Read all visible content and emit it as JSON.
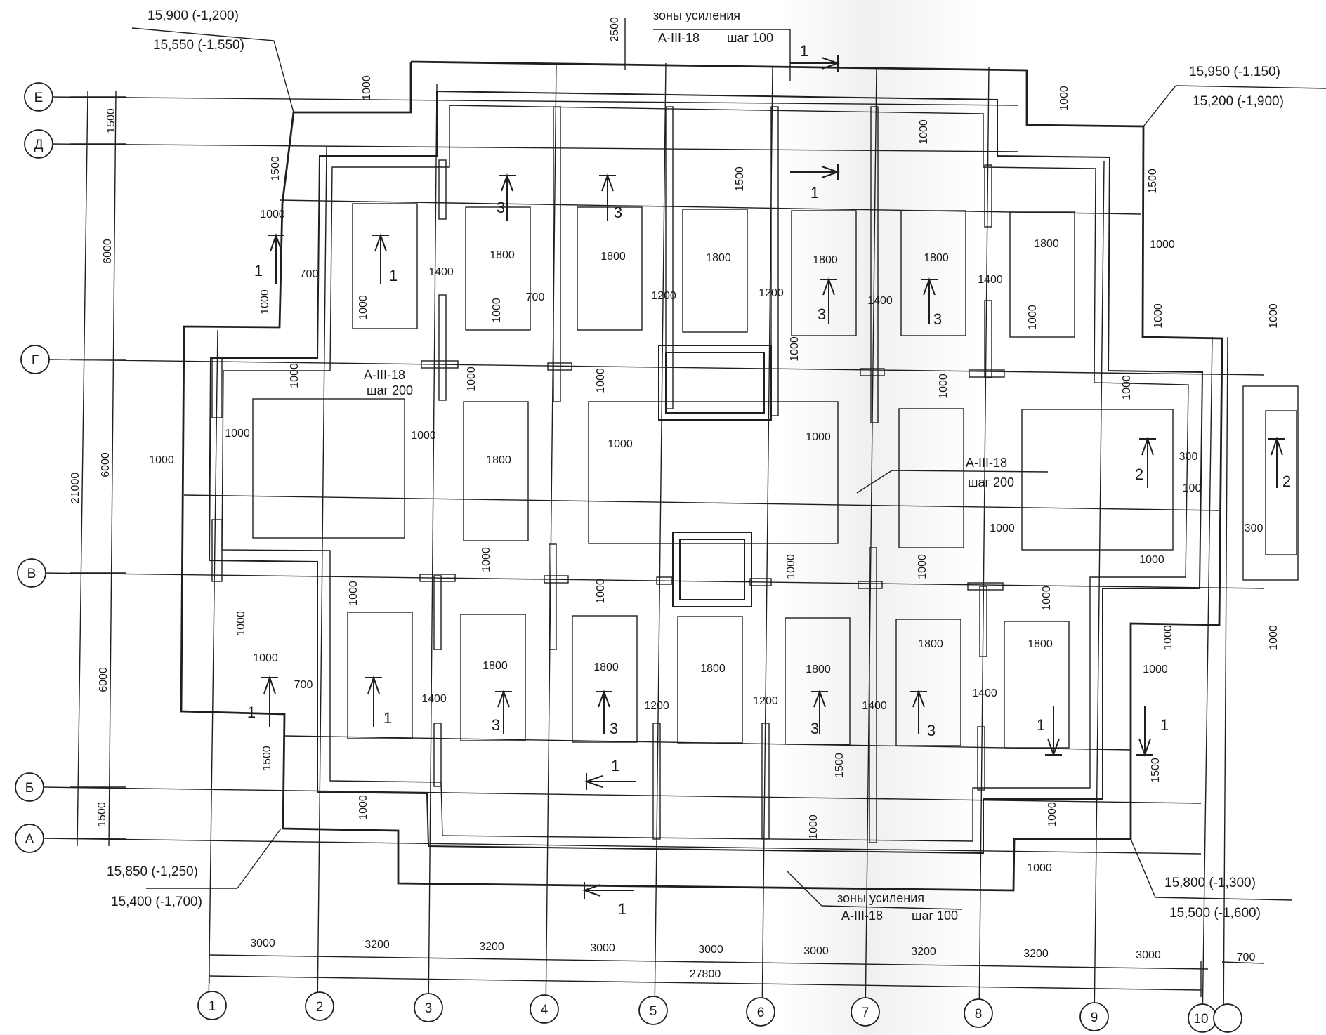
{
  "axes_letters": [
    "Е",
    "Д",
    "Г",
    "В",
    "Б",
    "А"
  ],
  "axes_numbers": [
    "1",
    "2",
    "3",
    "4",
    "5",
    "6",
    "7",
    "8",
    "9",
    "10"
  ],
  "elevations": {
    "top_left_a": "15,900 (-1,200)",
    "top_left_b": "15,550 (-1,550)",
    "top_right_a": "15,950 (-1,150)",
    "top_right_b": "15,200 (-1,900)",
    "bottom_left_a": "15,850 (-1,250)",
    "bottom_left_b": "15,400 (-1,700)",
    "bottom_right_a": "15,800 (-1,300)",
    "bottom_right_b": "15,500 (-1,600)"
  },
  "reinforcement": {
    "zone_title": "зоны усиления",
    "zone_bar": "А-III-18",
    "zone_step": "шаг 100",
    "grid_bar": "А-III-18",
    "grid_step": "шаг 200",
    "right_bar": "А-III-18",
    "right_step": "шаг 200"
  },
  "bottom_spans": [
    "3000",
    "3200",
    "3200",
    "3000",
    "3000",
    "3000",
    "3200",
    "3200",
    "3000",
    "700"
  ],
  "total_length": "27800",
  "left_dims": [
    "1500",
    "6000",
    "6000",
    "6000",
    "1500"
  ],
  "left_total": "21000",
  "dimension_labels": {
    "d1800": "1800",
    "d1400": "1400",
    "d1200": "1200",
    "d1000": "1000",
    "d700": "700",
    "d1500": "1500",
    "d2500": "2500",
    "d300": "300",
    "d100": "100"
  },
  "section_marks": [
    "1",
    "2",
    "3"
  ]
}
